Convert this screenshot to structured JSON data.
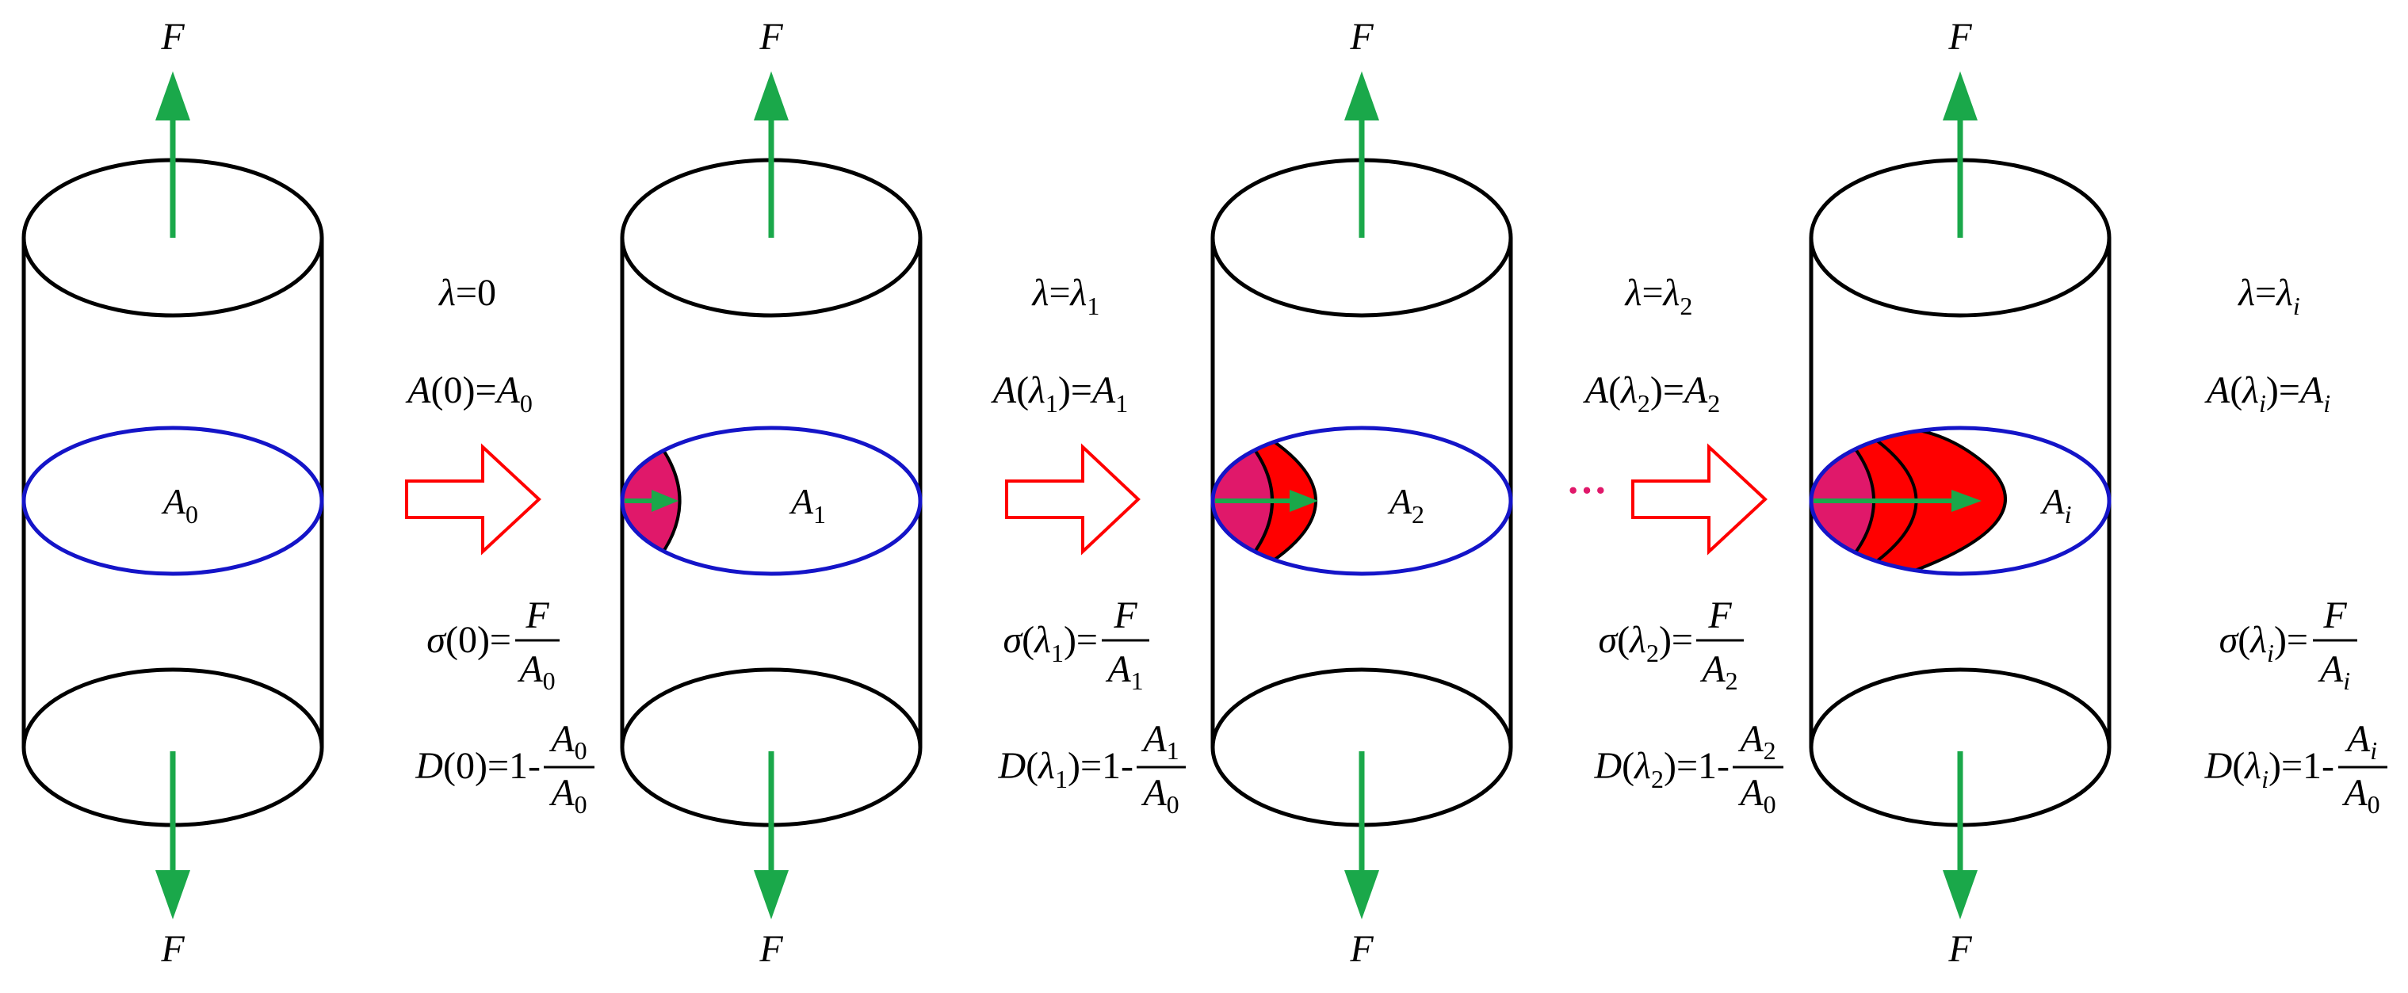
{
  "force_label": "F",
  "colors": {
    "outline": "#000000",
    "cross_section": "#1414c8",
    "force_arrow": "#1aa84a",
    "step_arrow": "#ff0000",
    "damage_old": "#e0186a",
    "damage_new": "#ff0000",
    "ellipsis": "#e0186a"
  },
  "cylinders": [
    {
      "area_label": {
        "base": "A",
        "sub": "0"
      },
      "damage_layers": 0
    },
    {
      "area_label": {
        "base": "A",
        "sub": "1"
      },
      "damage_layers": 1
    },
    {
      "area_label": {
        "base": "A",
        "sub": "2"
      },
      "damage_layers": 2
    },
    {
      "area_label": {
        "base": "A",
        "sub": "i"
      },
      "damage_layers": 3
    }
  ],
  "stages": [
    {
      "lambda": {
        "lhs": "λ",
        "eq": "=",
        "rhs": "0",
        "rhs_sub": ""
      },
      "area_eq": {
        "fn": "A",
        "arg": "0",
        "arg_sub": "",
        "eq": "=",
        "rhs": "A",
        "rhs_sub": "0"
      },
      "stress_eq": {
        "fn": "σ",
        "arg": "0",
        "arg_sub": "",
        "eq": "=",
        "num": "F",
        "den": "A",
        "den_sub": "0"
      },
      "damage_eq": {
        "fn": "D",
        "arg": "0",
        "arg_sub": "",
        "eq": "=1-",
        "num": "A",
        "num_sub": "0",
        "den": "A",
        "den_sub": "0"
      }
    },
    {
      "lambda": {
        "lhs": "λ",
        "eq": "=",
        "rhs": "λ",
        "rhs_sub": "1"
      },
      "area_eq": {
        "fn": "A",
        "arg": "λ",
        "arg_sub": "1",
        "eq": "=",
        "rhs": "A",
        "rhs_sub": "1"
      },
      "stress_eq": {
        "fn": "σ",
        "arg": "λ",
        "arg_sub": "1",
        "eq": "=",
        "num": "F",
        "den": "A",
        "den_sub": "1"
      },
      "damage_eq": {
        "fn": "D",
        "arg": "λ",
        "arg_sub": "1",
        "eq": "=1-",
        "num": "A",
        "num_sub": "1",
        "den": "A",
        "den_sub": "0"
      }
    },
    {
      "lambda": {
        "lhs": "λ",
        "eq": "=",
        "rhs": "λ",
        "rhs_sub": "2"
      },
      "area_eq": {
        "fn": "A",
        "arg": "λ",
        "arg_sub": "2",
        "eq": "=",
        "rhs": "A",
        "rhs_sub": "2"
      },
      "stress_eq": {
        "fn": "σ",
        "arg": "λ",
        "arg_sub": "2",
        "eq": "=",
        "num": "F",
        "den": "A",
        "den_sub": "2"
      },
      "damage_eq": {
        "fn": "D",
        "arg": "λ",
        "arg_sub": "2",
        "eq": "=1-",
        "num": "A",
        "num_sub": "2",
        "den": "A",
        "den_sub": "0"
      }
    },
    {
      "lambda": {
        "lhs": "λ",
        "eq": "=",
        "rhs": "λ",
        "rhs_sub": "i"
      },
      "area_eq": {
        "fn": "A",
        "arg": "λ",
        "arg_sub": "i",
        "eq": "=",
        "rhs": "A",
        "rhs_sub": "i"
      },
      "stress_eq": {
        "fn": "σ",
        "arg": "λ",
        "arg_sub": "i",
        "eq": "=",
        "num": "F",
        "den": "A",
        "den_sub": "i"
      },
      "damage_eq": {
        "fn": "D",
        "arg": "λ",
        "arg_sub": "i",
        "eq": "=1-",
        "num": "A",
        "num_sub": "i",
        "den": "A",
        "den_sub": "0"
      }
    }
  ],
  "ellipsis_text": "···"
}
